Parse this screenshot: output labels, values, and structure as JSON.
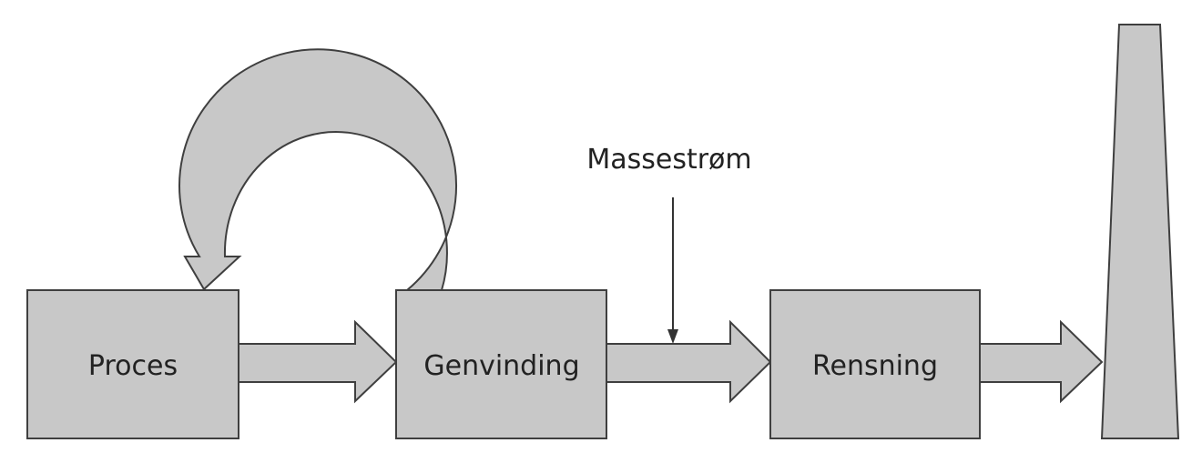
{
  "nodes": {
    "process": "Proces",
    "recovery": "Genvinding",
    "cleaning": "Rensning"
  },
  "annotation": {
    "mass_flow": "Massestrøm"
  },
  "colors": {
    "fill": "#c8c8c8",
    "stroke": "#3f3f3f",
    "text": "#222222"
  }
}
